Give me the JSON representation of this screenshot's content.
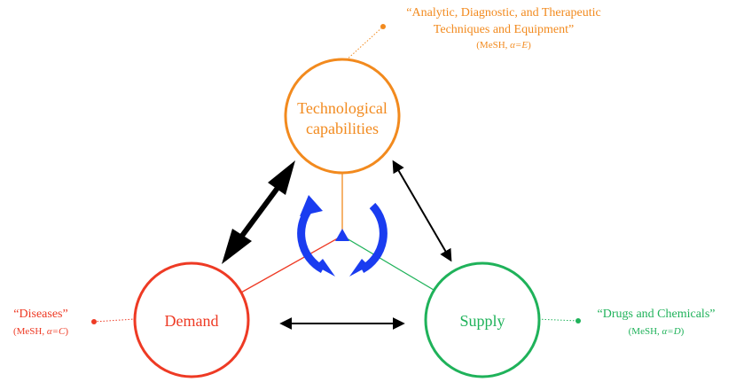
{
  "colors": {
    "tech": "#f28a1e",
    "demand": "#ee3a24",
    "supply": "#1fb25a",
    "cycle": "#1a3cf0",
    "arrow": "#000000"
  },
  "tech_node": {
    "label_line1": "Technological",
    "label_line2": "capabilities"
  },
  "demand_node": {
    "label": "Demand"
  },
  "supply_node": {
    "label": "Supply"
  },
  "tech_annotation": {
    "line1": "“Analytic, Diagnostic, and Therapeutic",
    "line2": "Techniques and Equipment”",
    "mesh_prefix": "(MeSH, ",
    "alpha": "α=E",
    "suffix": ")"
  },
  "demand_annotation": {
    "line1": "“Diseases”",
    "mesh_prefix": "(MeSH, ",
    "alpha": "α=C",
    "suffix": ")"
  },
  "supply_annotation": {
    "line1": "“Drugs and Chemicals”",
    "mesh_prefix": "(MeSH, ",
    "alpha": "α=D",
    "suffix": ")"
  }
}
